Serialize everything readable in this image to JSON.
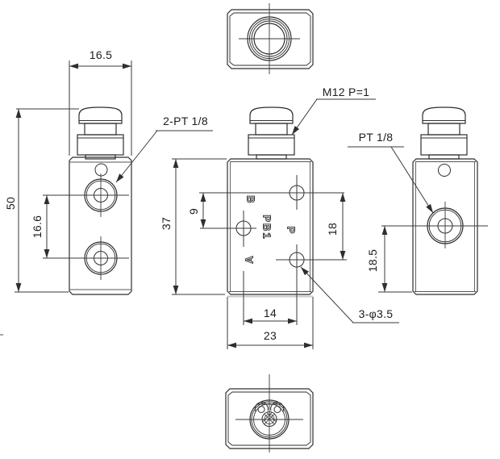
{
  "labels": {
    "pilot_ports": "2-PT 1/8",
    "thread_spec": "M12 P=1",
    "port_spec": "PT 1/8",
    "mounting_holes": "3-φ3.5"
  },
  "dimensions": {
    "top_width": "16.5",
    "overall_height": "50",
    "port_spacing_side": "16.6",
    "body_height": "37",
    "hole_offset": "9",
    "hole_spacing_vertical": "18",
    "hole_spacing_horizontal": "14",
    "body_width": "23",
    "port_height": "18.5"
  },
  "engravings": {
    "port_b": "B",
    "model": "PB1",
    "port_p": "P",
    "port_a": "A"
  },
  "colors": {
    "line": "#2e2e2e",
    "thin_line": "#3a3a3a",
    "background": "#ffffff"
  }
}
